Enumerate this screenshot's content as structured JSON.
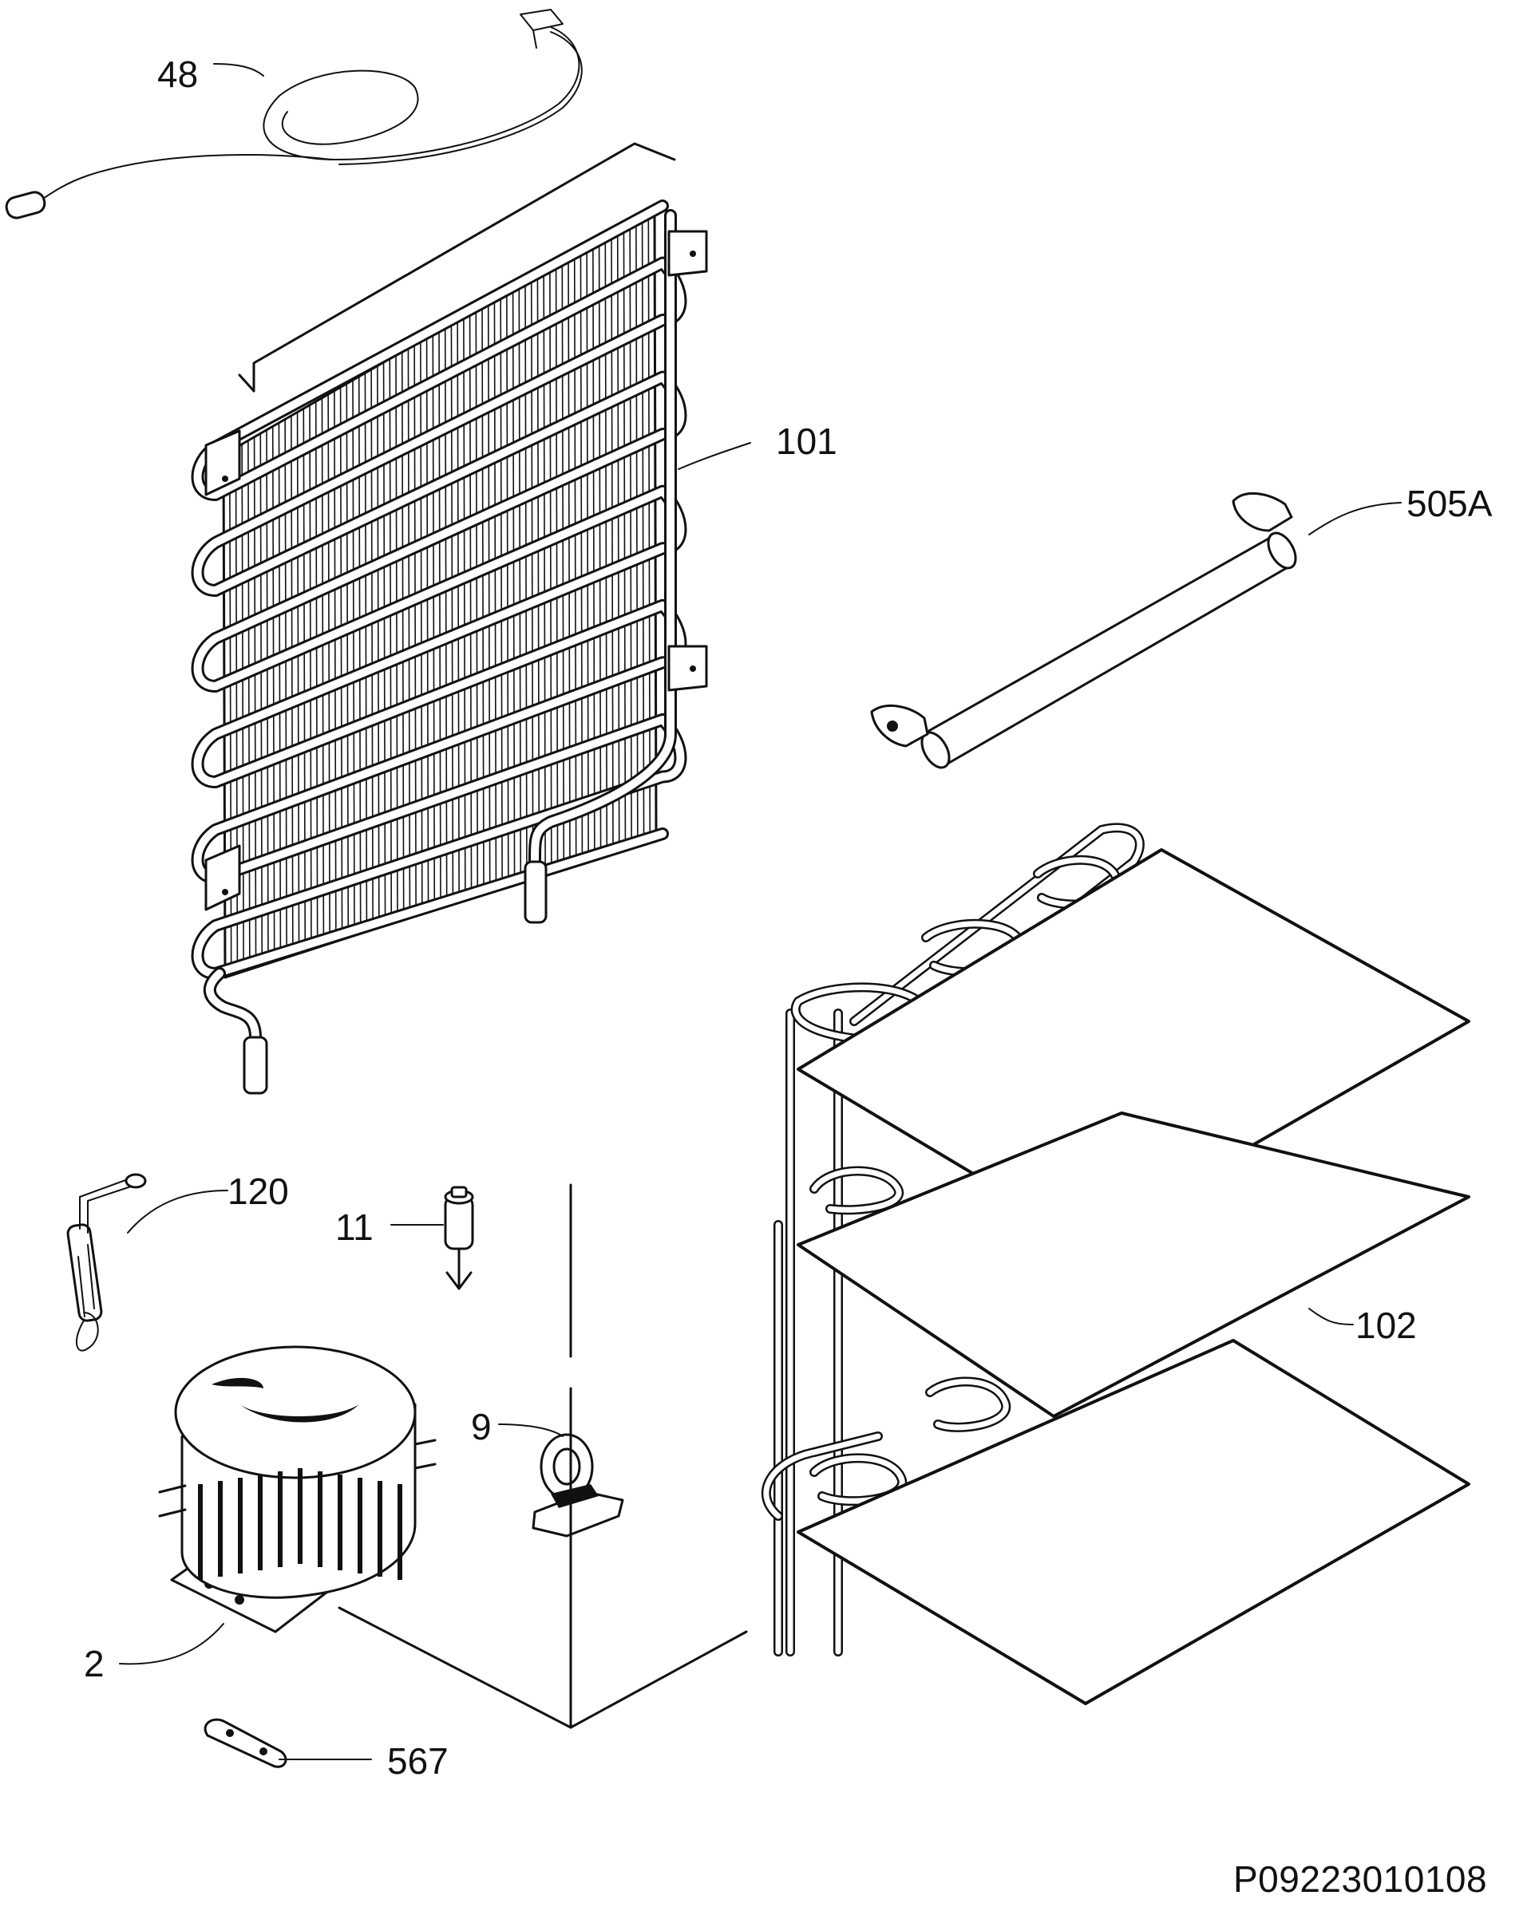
{
  "diagram": {
    "document_id": "P09223010108",
    "callouts": [
      {
        "id": "48"
      },
      {
        "id": "101"
      },
      {
        "id": "505A"
      },
      {
        "id": "120"
      },
      {
        "id": "11"
      },
      {
        "id": "9"
      },
      {
        "id": "102"
      },
      {
        "id": "2"
      },
      {
        "id": "567"
      }
    ]
  }
}
